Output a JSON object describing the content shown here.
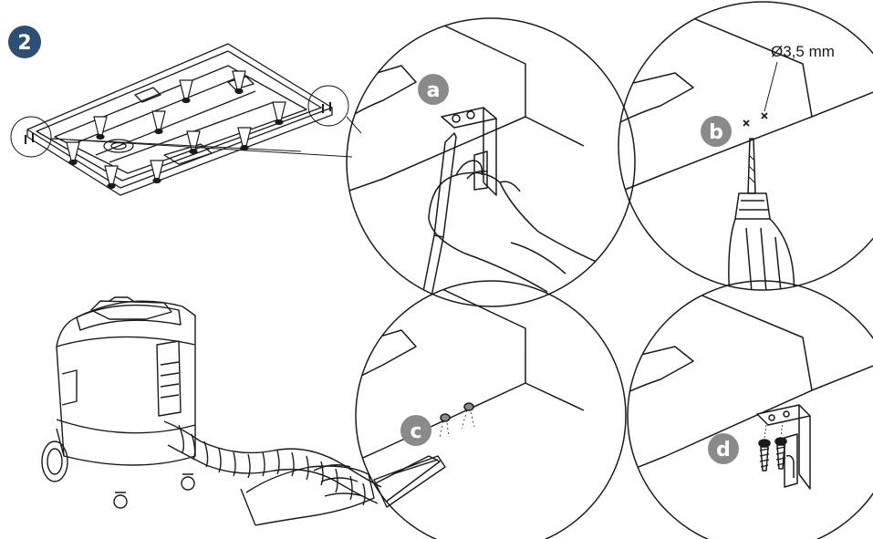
{
  "step": {
    "number": "2",
    "badge_color": "#2d4f73"
  },
  "panels": {
    "a": {
      "label": "a",
      "badge_color": "#8a8a8a"
    },
    "b": {
      "label": "b",
      "badge_color": "#8a8a8a",
      "dimension": "Ø3,5 mm"
    },
    "c": {
      "label": "c",
      "badge_color": "#8a8a8a"
    },
    "d": {
      "label": "d",
      "badge_color": "#8a8a8a"
    }
  },
  "colors": {
    "line": "#1a1a1a",
    "gray": "#8a8a8a",
    "navy": "#2d4f73"
  }
}
